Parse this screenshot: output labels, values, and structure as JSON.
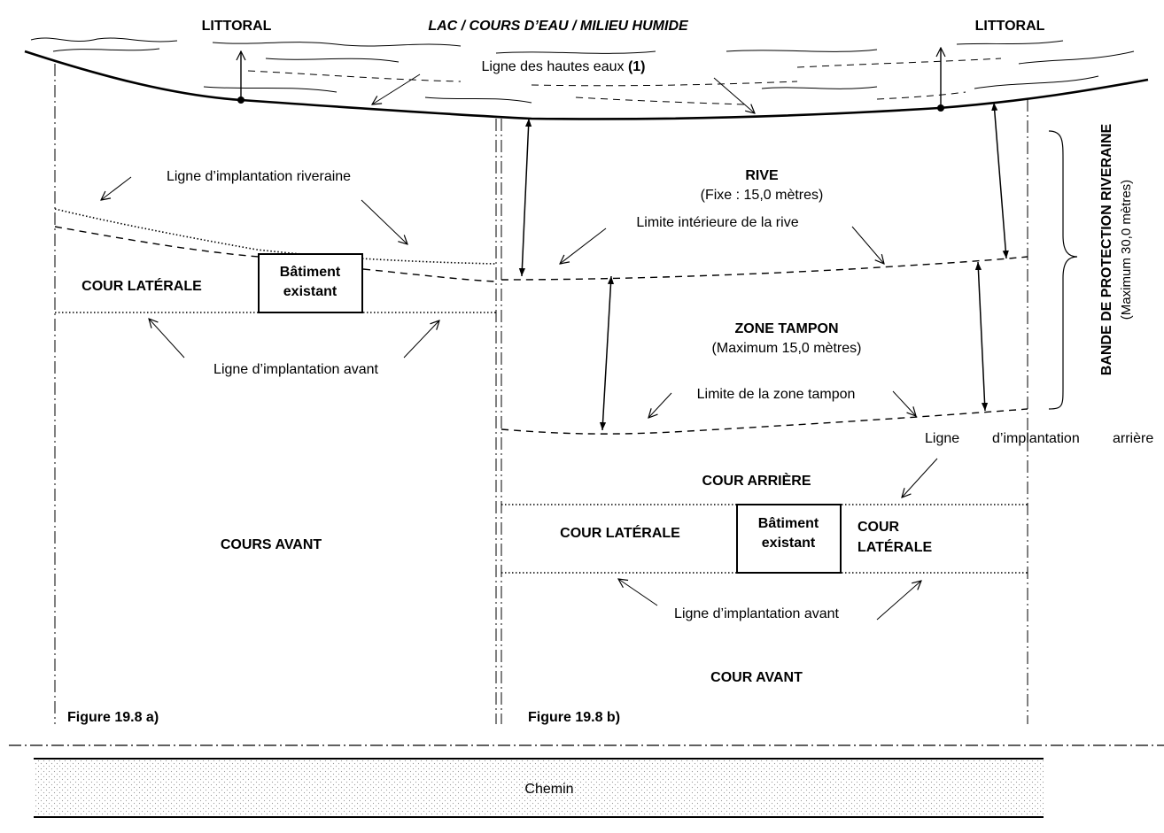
{
  "header": {
    "littoral_left": "LITTORAL",
    "water_title": "LAC / COURS D’EAU / MILIEU HUMIDE",
    "littoral_right": "LITTORAL",
    "hautes_eaux": "Ligne des hautes eaux ",
    "hautes_eaux_note": "(1)"
  },
  "fig_a": {
    "riveraine_line": "Ligne d’implantation riveraine",
    "cour_laterale": "COUR LATÉRALE",
    "building_line1": "Bâtiment",
    "building_line2": "existant",
    "avant_line": "Ligne d’implantation avant",
    "cours_avant": "COURS AVANT",
    "caption": "Figure 19.8 a)"
  },
  "fig_b": {
    "rive": "RIVE",
    "rive_sub": "(Fixe : 15,0 mètres)",
    "rive_limit": "Limite intérieure de la rive",
    "zone_tampon": "ZONE TAMPON",
    "zone_tampon_sub": "(Maximum 15,0 mètres)",
    "zone_limit": "Limite de la zone tampon",
    "arriere_line_1": "Ligne",
    "arriere_line_2": "d’implantation",
    "arriere_line_3": "arrière",
    "cour_arriere": "COUR ARRIÈRE",
    "cour_laterale_left": "COUR LATÉRALE",
    "building_line1": "Bâtiment",
    "building_line2": "existant",
    "cour_laterale_right_1": "COUR",
    "cour_laterale_right_2": "LATÉRALE",
    "avant_line": "Ligne d’implantation avant",
    "cour_avant": "COUR AVANT",
    "caption": "Figure 19.8 b)"
  },
  "side": {
    "bande_title": "BANDE DE PROTECTION RIVERAINE",
    "bande_sub": "(Maximum 30,0 mètres)"
  },
  "road": {
    "label": "Chemin"
  }
}
